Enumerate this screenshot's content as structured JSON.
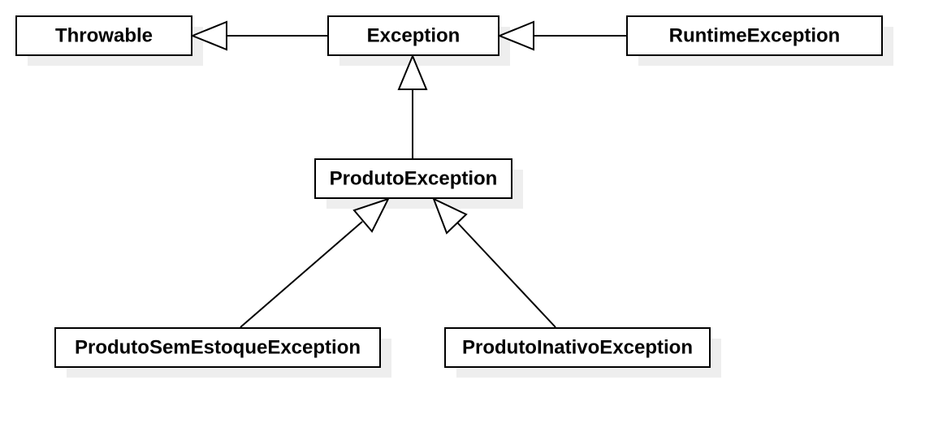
{
  "diagram": {
    "type": "uml-class-hierarchy",
    "colors": {
      "box_fill": "#ffffff",
      "box_stroke": "#000000",
      "shadow": "#eeeeee",
      "line": "#000000",
      "text": "#000000"
    },
    "classes": {
      "throwable": "Throwable",
      "exception": "Exception",
      "runtime_exception": "RuntimeException",
      "produto_exception": "ProdutoException",
      "produto_sem_estoque_exception": "ProdutoSemEstoqueException",
      "produto_inativo_exception": "ProdutoInativoException"
    },
    "relations": [
      {
        "from": "exception",
        "to": "throwable",
        "kind": "generalization"
      },
      {
        "from": "runtime_exception",
        "to": "exception",
        "kind": "generalization"
      },
      {
        "from": "produto_exception",
        "to": "exception",
        "kind": "generalization"
      },
      {
        "from": "produto_sem_estoque_exception",
        "to": "produto_exception",
        "kind": "generalization"
      },
      {
        "from": "produto_inativo_exception",
        "to": "produto_exception",
        "kind": "generalization"
      }
    ]
  }
}
